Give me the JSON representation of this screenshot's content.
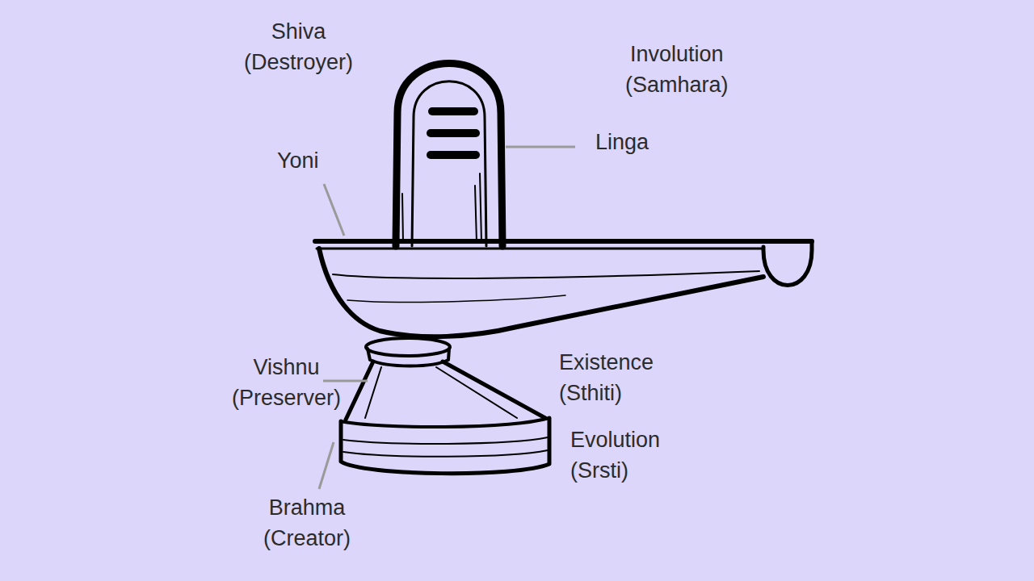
{
  "diagram": {
    "labels": [
      "Shiva (Destroyer)",
      "Involution (Samhara)",
      "Linga",
      "Yoni",
      "Vishnu (Preserver)",
      "Existence (Sthiti)",
      "Evolution (Srsti)",
      "Brahma (Creator)"
    ]
  }
}
